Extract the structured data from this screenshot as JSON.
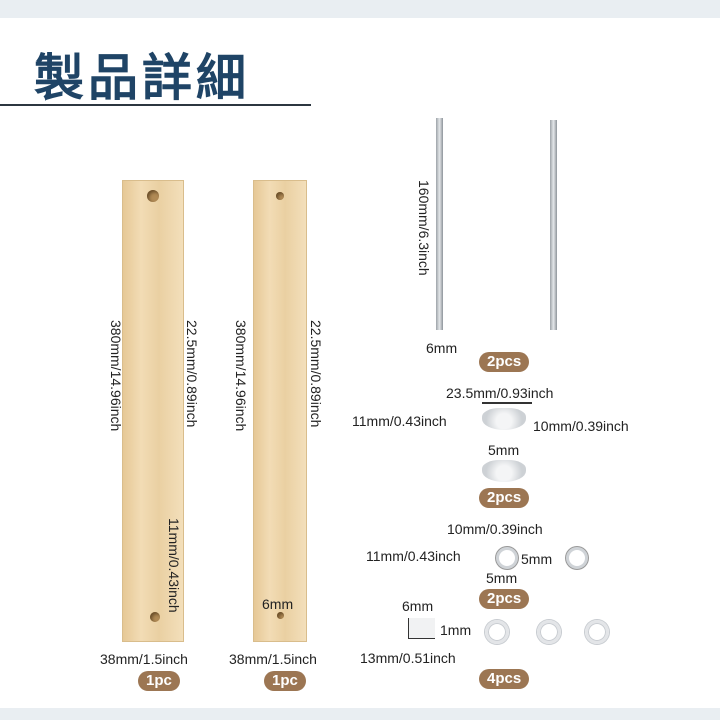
{
  "title": "製品詳細",
  "planks": [
    {
      "length": "380mm/14.96inch",
      "hole_offset": "22.5mm/0.89inch",
      "hole_bottom": "11mm/0.43inch",
      "width": "38mm/1.5inch",
      "qty": "1pc"
    },
    {
      "length": "380mm/14.96inch",
      "hole_offset": "22.5mm/0.89inch",
      "hole_size": "6mm",
      "width": "38mm/1.5inch",
      "qty": "1pc"
    }
  ],
  "rods": {
    "length": "160mm/6.3inch",
    "diameter": "6mm",
    "qty": "2pcs"
  },
  "wing_nuts": {
    "width": "23.5mm/0.93inch",
    "height": "11mm/0.43inch",
    "depth": "10mm/0.39inch",
    "hole": "5mm",
    "qty": "2pcs"
  },
  "hex_nuts": {
    "width": "10mm/0.39inch",
    "height": "11mm/0.43inch",
    "thickness": "5mm",
    "hole": "5mm",
    "qty": "2pcs"
  },
  "washers": {
    "inner": "6mm",
    "thickness": "1mm",
    "outer": "13mm/0.51inch",
    "qty": "4pcs"
  },
  "colors": {
    "title": "#1f4466",
    "badge": "#9c7653",
    "wood": "#ecd3a6"
  }
}
